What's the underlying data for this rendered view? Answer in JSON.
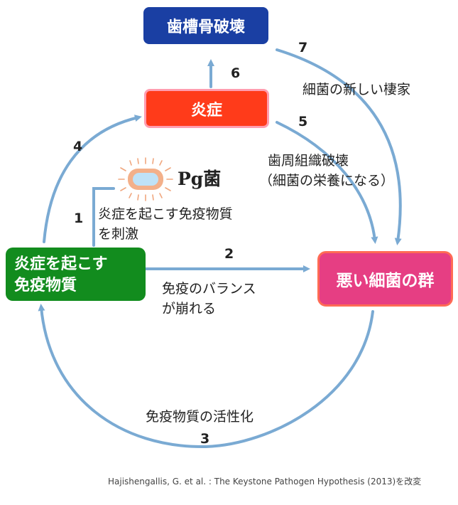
{
  "nodes": {
    "bone": "歯槽骨破壊",
    "inflammation": "炎症",
    "bad_bacteria_line1": "悪い細菌の群",
    "immune_line1": "炎症を起こす",
    "immune_line2": "免疫物質",
    "pg": "Pg菌"
  },
  "steps": {
    "s1": "1",
    "s2": "2",
    "s3": "3",
    "s4": "4",
    "s5": "5",
    "s6": "6",
    "s7": "7"
  },
  "labels": {
    "l1_line1": "炎症を起こす免疫物質",
    "l1_line2": "を刺激",
    "l2_line1": "免疫のバランス",
    "l2_line2": "が崩れる",
    "l3": "免疫物質の活性化",
    "l5_line1": "歯周組織破壊",
    "l5_line2": "（細菌の栄養になる）",
    "l7": "細菌の新しい棲家"
  },
  "caption": "Hajishengallis, G. et al. : The Keystone Pathogen Hypothesis (2013)を改変",
  "colors": {
    "bone": "#1a3fa3",
    "inflammation": "#ff3b1a",
    "bad_bacteria": "#e63e83",
    "immune": "#128c1e",
    "arrow": "#7aaad3"
  }
}
